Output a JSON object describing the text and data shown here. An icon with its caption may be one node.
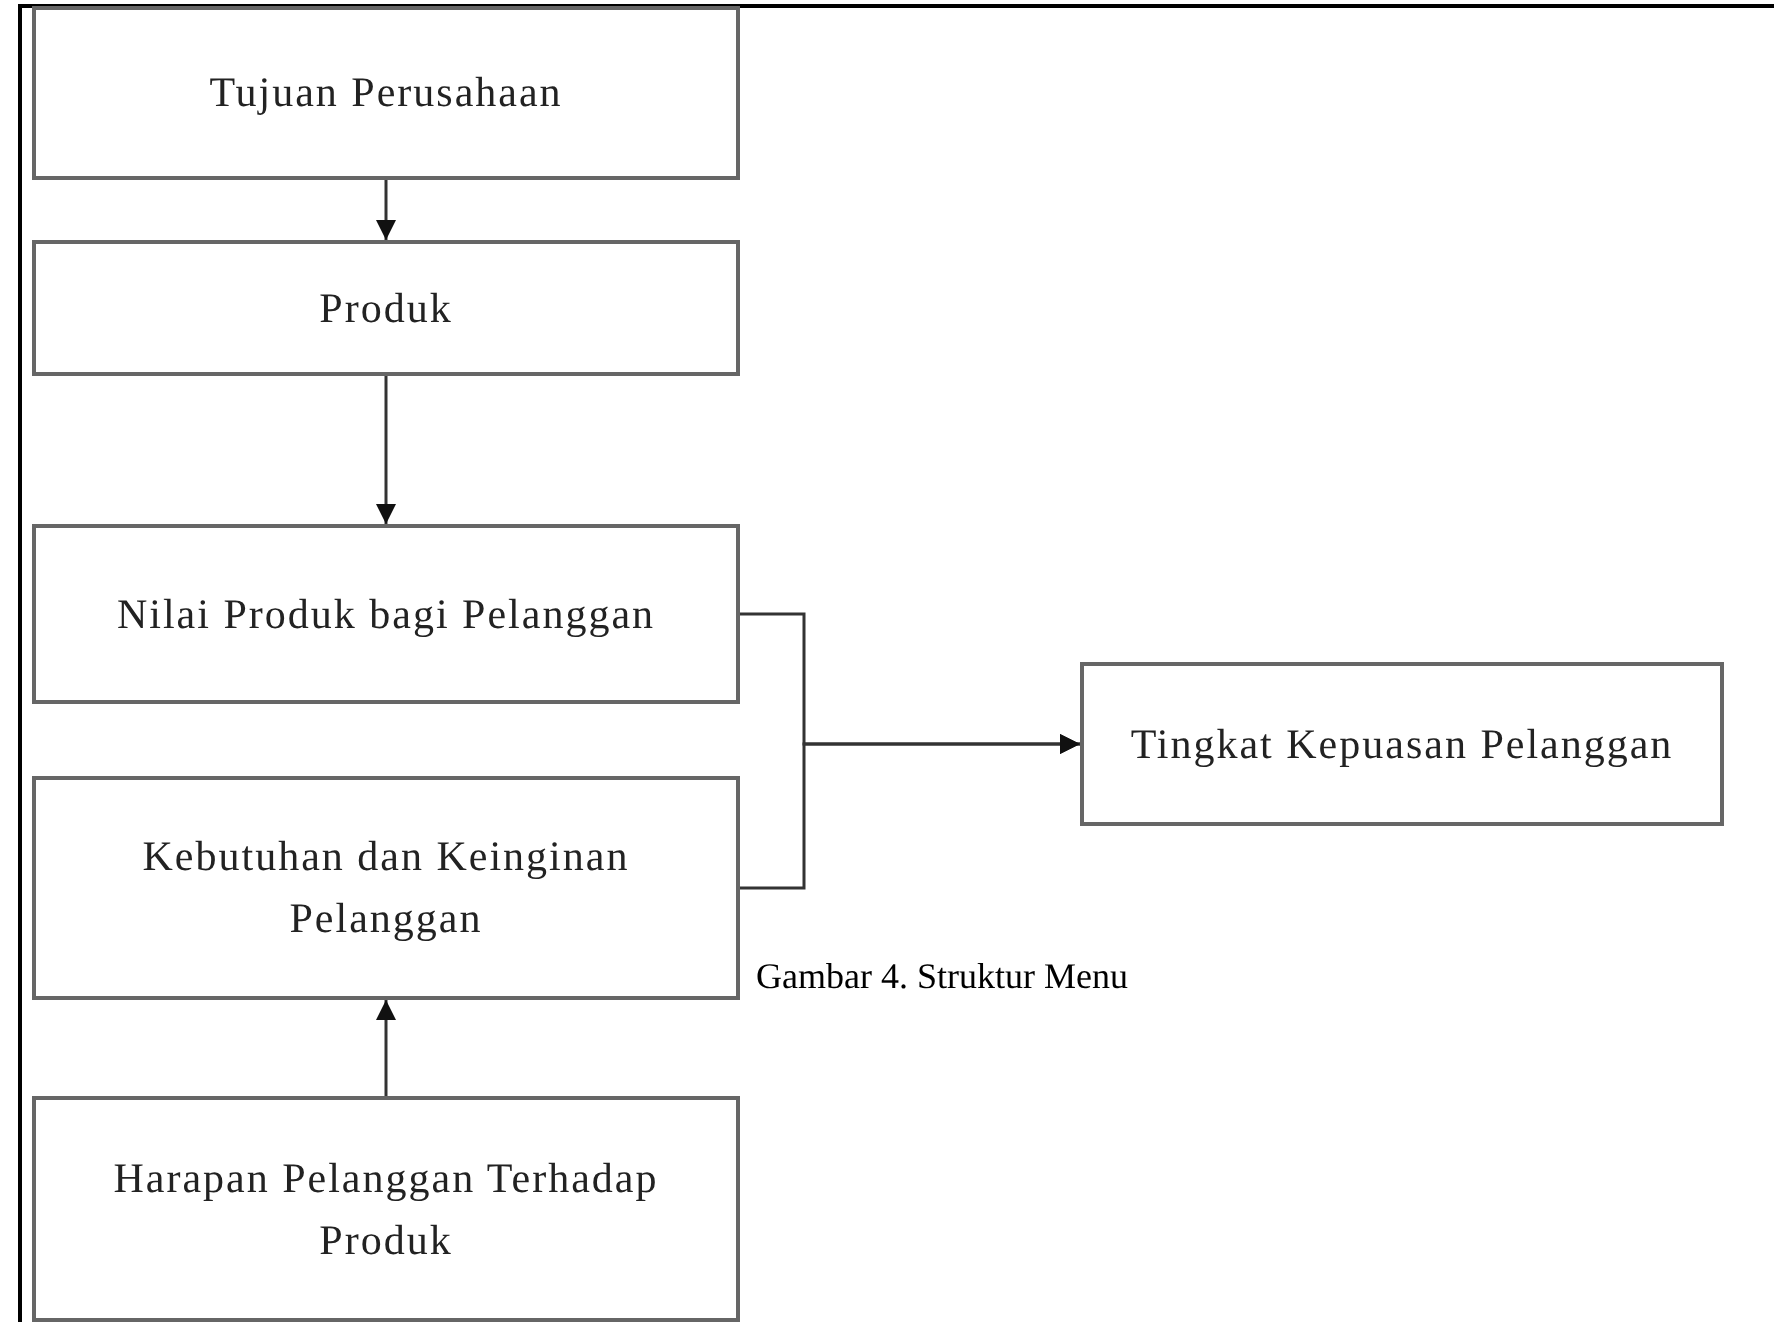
{
  "diagram": {
    "caption": "Gambar 4. Struktur Menu",
    "nodes": [
      {
        "text": [
          "Tujuan Perusahaan"
        ]
      },
      {
        "text": [
          "Produk"
        ]
      },
      {
        "text": [
          "Nilai Produk bagi Pelanggan"
        ]
      },
      {
        "text": [
          "Kebutuhan dan Keinginan Pelanggan"
        ]
      },
      {
        "text": [
          "Harapan Pelanggan Terhadap Produk"
        ]
      },
      {
        "text": [
          "Tingkat Kepuasan Pelanggan"
        ]
      }
    ],
    "edges": [
      {
        "from": 0,
        "to": 1,
        "arrow": "to"
      },
      {
        "from": 1,
        "to": 2,
        "arrow": "to"
      },
      {
        "from": 4,
        "to": 3,
        "arrow": "to"
      },
      {
        "from": 2,
        "to": 5,
        "arrow": "to"
      },
      {
        "from": 3,
        "to": 5,
        "arrow": "to"
      }
    ]
  }
}
